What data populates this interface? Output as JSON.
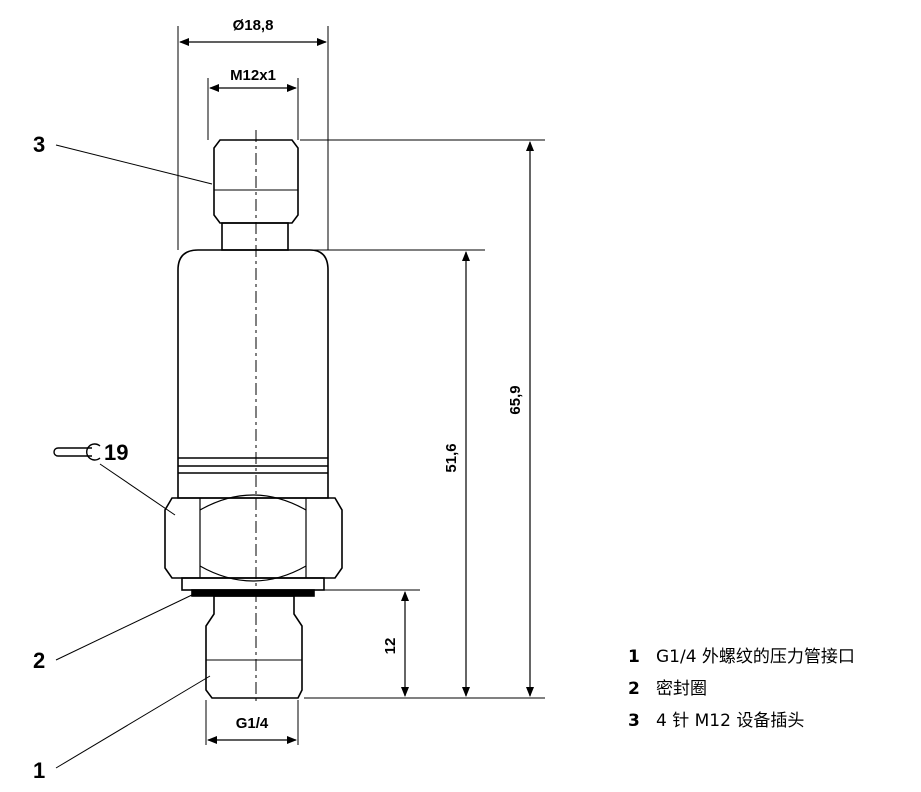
{
  "dimensions": {
    "outer_diameter": "Ø18,8",
    "connector_thread": "M12x1",
    "total_height": "65,9",
    "body_height": "51,6",
    "thread_length": "12",
    "thread_size": "G1/4",
    "wrench_size": "19"
  },
  "callouts": [
    "3",
    "2",
    "1"
  ],
  "legend": [
    {
      "num": "1",
      "text": "G1/4 外螺纹的压力管接口"
    },
    {
      "num": "2",
      "text": "密封圈"
    },
    {
      "num": "3",
      "text": "4 针 M12 设备插头"
    }
  ]
}
